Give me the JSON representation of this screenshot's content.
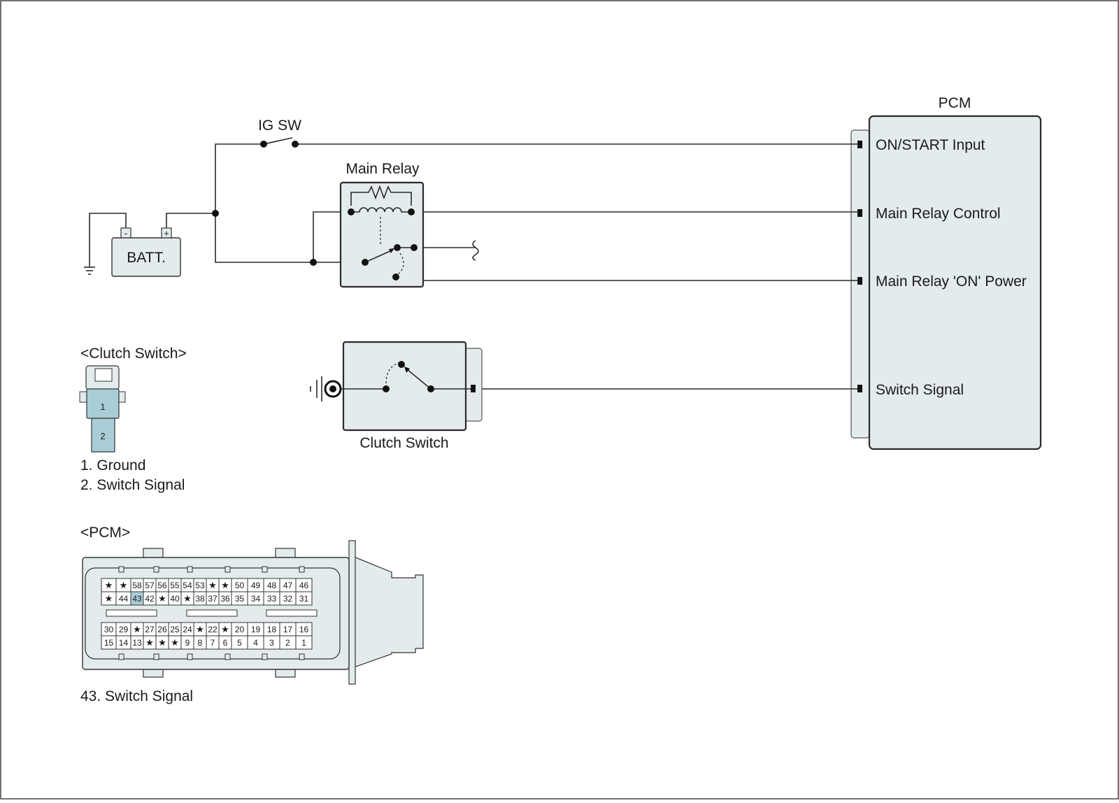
{
  "colors": {
    "component_fill": "#e3ebec",
    "highlight_fill": "#a9cdd6",
    "line": "#2a2a2a",
    "background": "#ffffff"
  },
  "labels": {
    "pcm_title": "PCM",
    "ig_sw": "IG SW",
    "main_relay": "Main Relay",
    "batt": "BATT.",
    "batt_minus": "-",
    "batt_plus": "+",
    "clutch_switch": "Clutch Switch"
  },
  "pcm_inputs": [
    "ON/START Input",
    "Main Relay Control",
    "Main Relay 'ON' Power",
    "Switch Signal"
  ],
  "clutch_connector": {
    "title": "<Clutch Switch>",
    "pin1": "1",
    "pin2": "2",
    "legend": [
      "1. Ground",
      "2. Switch Signal"
    ]
  },
  "pcm_connector": {
    "title": "<PCM>",
    "row1": [
      "★",
      "★",
      "58",
      "57",
      "56",
      "55",
      "54",
      "53",
      "★",
      "★",
      "50",
      "49",
      "48",
      "47",
      "46"
    ],
    "row2": [
      "★",
      "44",
      "43",
      "42",
      "★",
      "40",
      "★",
      "38",
      "37",
      "36",
      "35",
      "34",
      "33",
      "32",
      "31"
    ],
    "row3": [
      "30",
      "29",
      "★",
      "27",
      "26",
      "25",
      "24",
      "★",
      "22",
      "★",
      "20",
      "19",
      "18",
      "17",
      "16"
    ],
    "row4": [
      "15",
      "14",
      "13",
      "★",
      "★",
      "★",
      "9",
      "8",
      "7",
      "6",
      "5",
      "4",
      "3",
      "2",
      "1"
    ],
    "highlight_pin": "43",
    "legend": "43. Switch Signal"
  }
}
